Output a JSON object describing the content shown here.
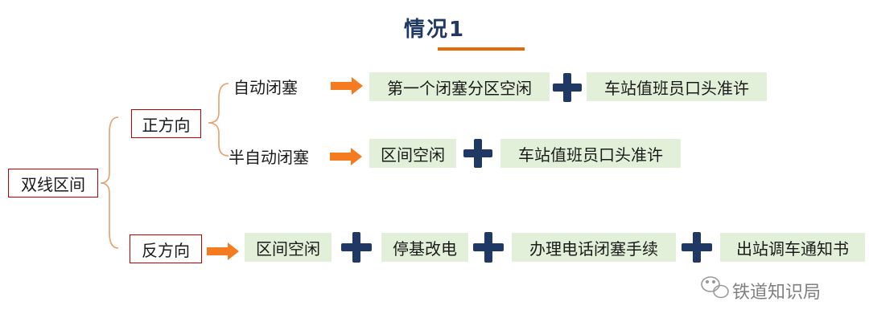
{
  "title": "情况1",
  "root": "双线区间",
  "branches": {
    "forward": {
      "label": "正方向",
      "auto": {
        "label": "自动闭塞",
        "steps": [
          "第一个闭塞分区空闲",
          "车站值班员口头准许"
        ]
      },
      "semi": {
        "label": "半自动闭塞",
        "steps": [
          "区间空闲",
          "车站值班员口头准许"
        ]
      }
    },
    "reverse": {
      "label": "反方向",
      "steps": [
        "区间空闲",
        "停基改电",
        "办理电话闭塞手续",
        "出站调车通知书"
      ]
    }
  },
  "watermark": "铁道知识局",
  "colors": {
    "title": "#1f3864",
    "accent": "#e36c09",
    "box_border": "#c00000",
    "box_fill": "#e2f0d9",
    "plus": "#1f3864",
    "bracket": "#e5a06b"
  },
  "icons": {
    "arrow": "orange-right-arrow",
    "plus": "navy-plus",
    "watermark": "wechat-icon"
  }
}
